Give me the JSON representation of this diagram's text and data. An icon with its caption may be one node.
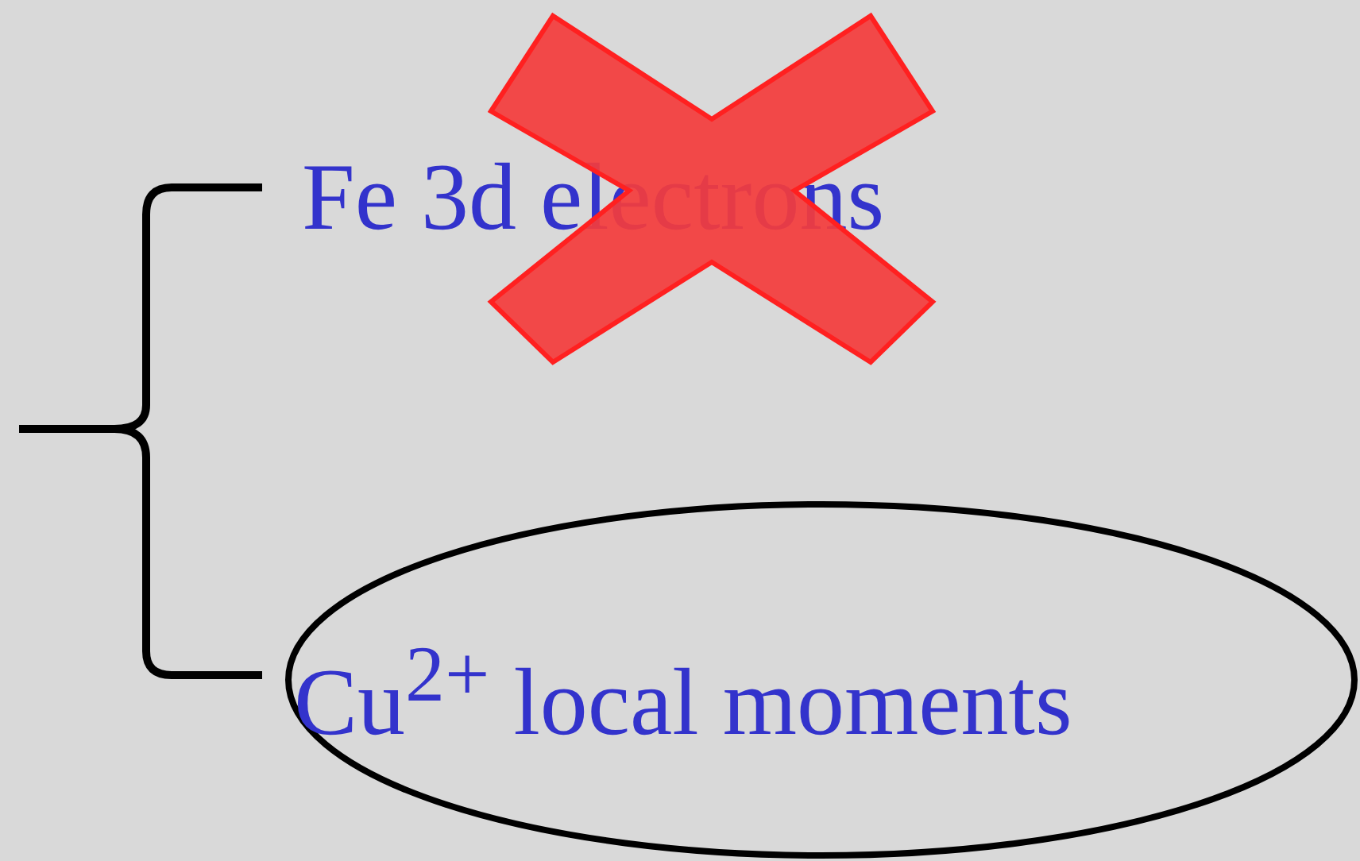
{
  "diagram": {
    "nodes": [
      {
        "text": [
          "Cu$^{2+}$ local moments"
        ]
      },
      {
        "text": [],
        "shape": "cross"
      }
    ],
    "labels": [
      "Fe 3d electrons"
    ]
  }
}
